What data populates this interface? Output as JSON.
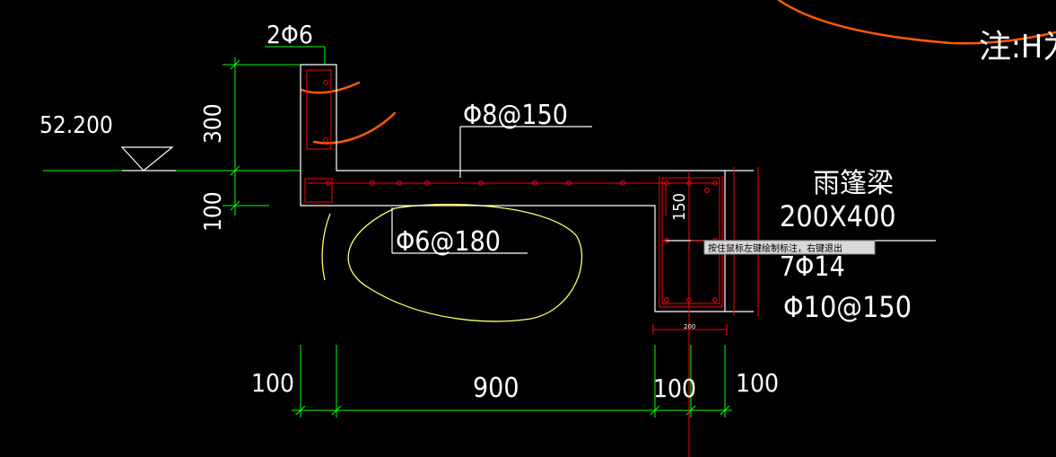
{
  "annotations": {
    "top_rebar": "2Φ6",
    "elevation": "52.200",
    "slab_top_rebar": "Φ8@150",
    "slab_bottom_rebar": "Φ6@180",
    "beam_name": "雨篷梁",
    "beam_size": "200X400",
    "beam_long_rebar": "7Φ14",
    "beam_stirrup": "Φ10@150",
    "note_partial": "注:H为",
    "beam_inner_dim": "150",
    "beam_width_small": "200"
  },
  "dimensions": {
    "vertical": [
      "300",
      "100"
    ],
    "horizontal": [
      "100",
      "900",
      "100",
      "100"
    ]
  },
  "tooltip": {
    "text": "按住鼠标左键绘制标注，右键退出"
  },
  "colors": {
    "background": "#000000",
    "outline": "#ffffff",
    "dimension": "#00ff00",
    "rebar": "#ff0000",
    "markup_orange": "#ff5a00",
    "markup_yellow": "#ffff66"
  }
}
